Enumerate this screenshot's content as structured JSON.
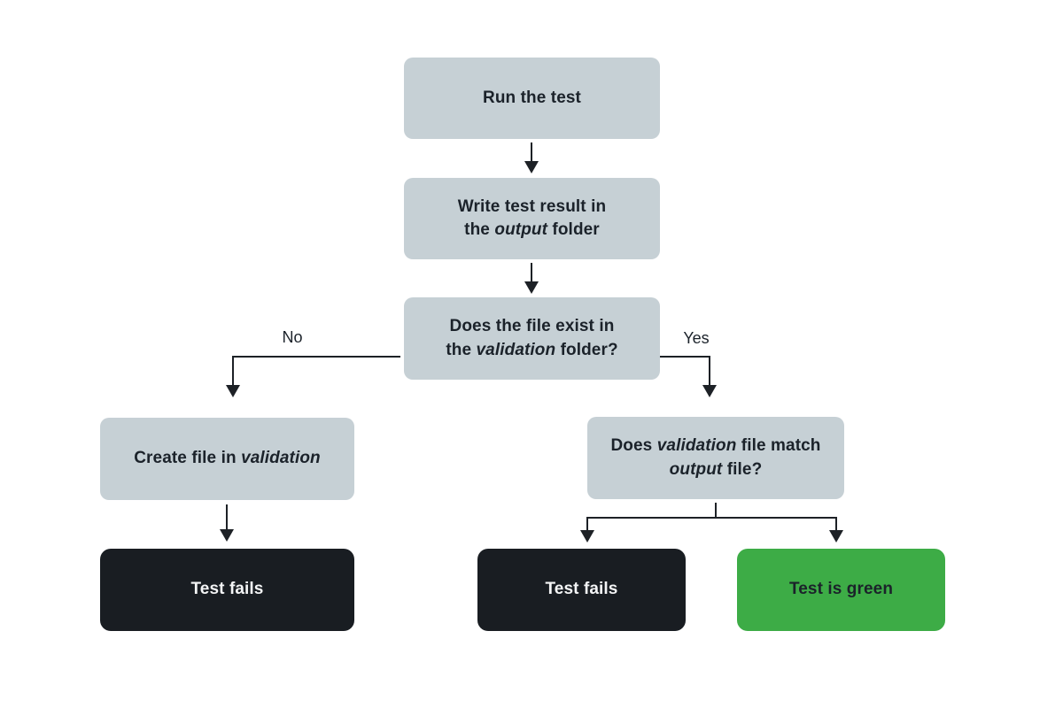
{
  "flowchart": {
    "nodes": {
      "run_test": {
        "label": "Run the test"
      },
      "write_result": {
        "line1": "Write test result in",
        "line2_pre": "the ",
        "line2_italic": "output",
        "line2_post": " folder"
      },
      "file_exists": {
        "line1": "Does the file exist in",
        "line2_pre": "the ",
        "line2_italic": "validation",
        "line2_post": " folder?"
      },
      "create_file": {
        "pre": "Create file in ",
        "italic": "validation"
      },
      "match_check": {
        "line1_pre": "Does ",
        "line1_italic": "validation",
        "line1_post": " file match",
        "line2_italic": "output",
        "line2_post": " file?"
      },
      "fail_left": {
        "label": "Test fails"
      },
      "fail_mid": {
        "label": "Test fails"
      },
      "test_green": {
        "label": "Test is green"
      }
    },
    "edges": {
      "no_label": "No",
      "yes_label": "Yes"
    },
    "colors": {
      "box_gray": "#c6d0d5",
      "box_dark": "#191d22",
      "box_green": "#3dac46",
      "line": "#1d2126",
      "text_dark": "#1b222a",
      "text_light": "#f4f5f6",
      "canvas_bg": "#ffffff"
    }
  }
}
